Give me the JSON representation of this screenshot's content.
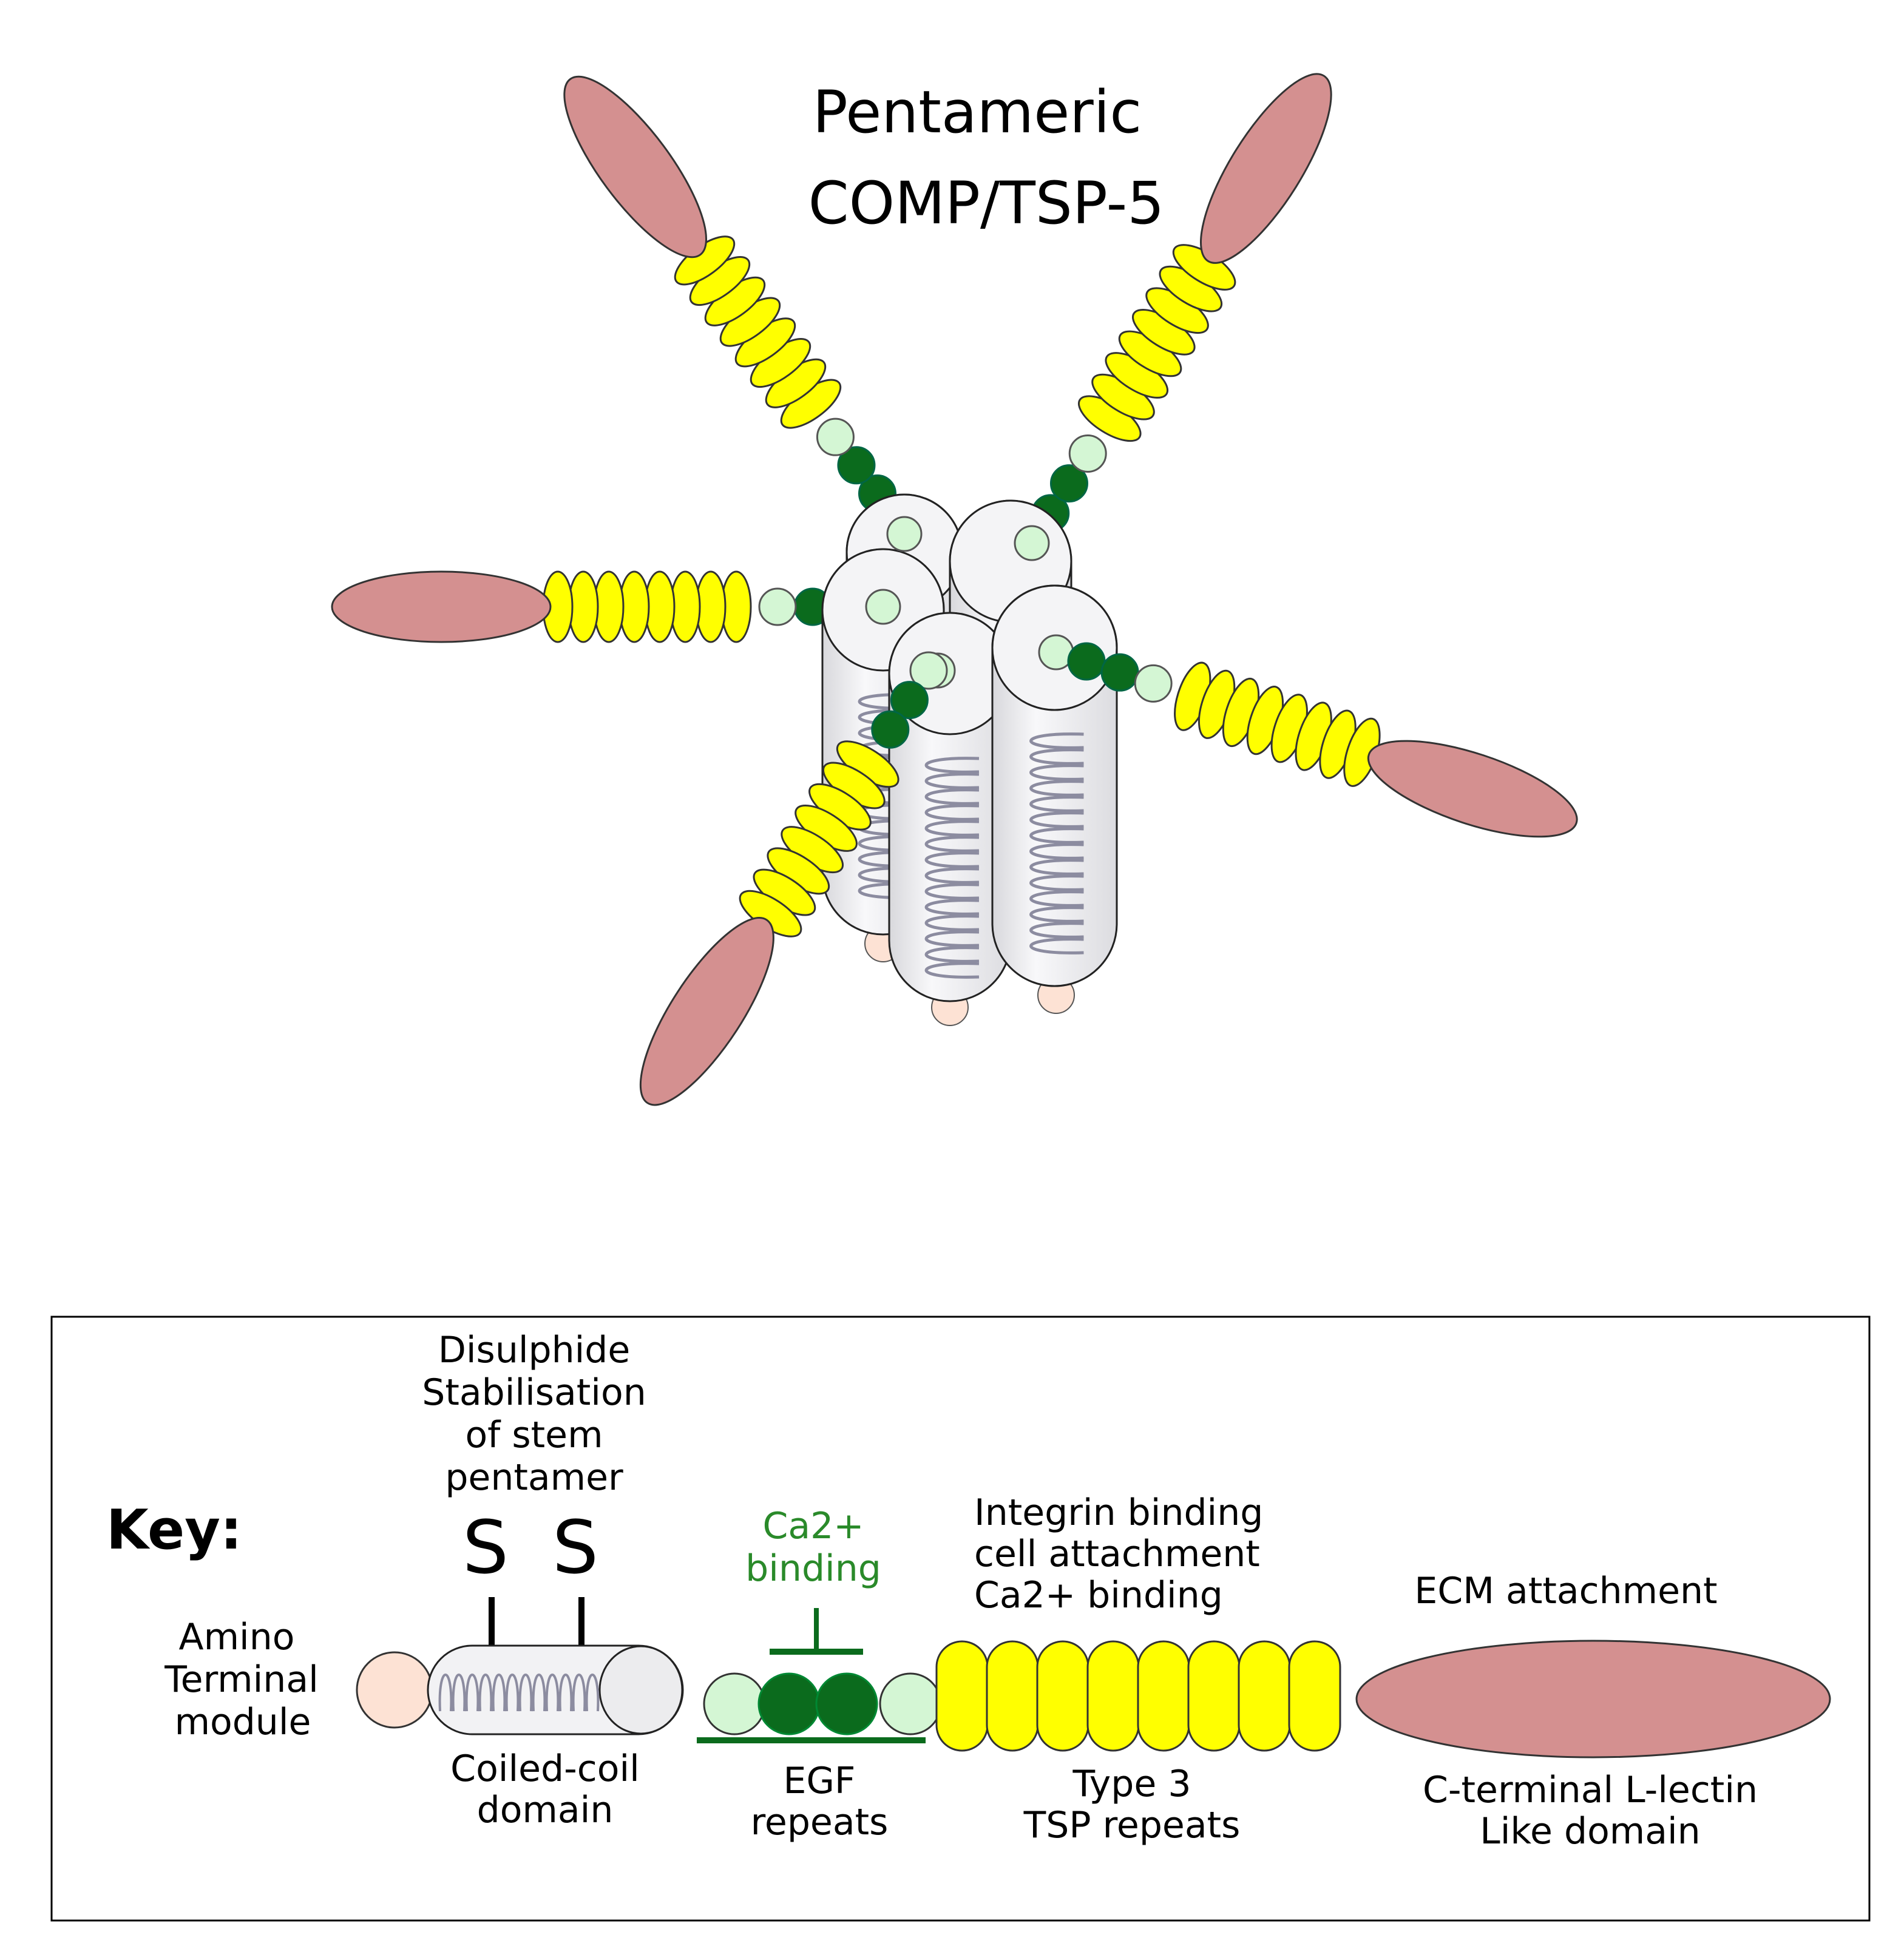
{
  "title": {
    "line1": "Pentameric",
    "line2": "COMP/TSP-5"
  },
  "key": {
    "heading": "Key:",
    "amino": [
      "Amino",
      "Terminal",
      "module"
    ],
    "disulphide": [
      "Disulphide",
      "Stabilisation",
      "of stem",
      "pentamer"
    ],
    "s_label": "S",
    "coiled_coil": [
      "Coiled-coil",
      "domain"
    ],
    "ca_binding": [
      "Ca2+",
      "binding"
    ],
    "egf": [
      "EGF",
      "repeats"
    ],
    "integrin": [
      "Integrin binding",
      "cell attachment",
      "Ca2+ binding"
    ],
    "type3": [
      "Type 3",
      "TSP repeats"
    ],
    "ecm": "ECM attachment",
    "lectin": [
      "C-terminal L-lectin",
      "Like domain"
    ]
  },
  "colors": {
    "lectin": "#d49090",
    "tsp_repeat": "#ffff00",
    "egf_dark": "#0b6b1d",
    "egf_light": "#d4f6d4",
    "amino": "#fde2d4",
    "coil_body": "#f0f0f2",
    "coil_stroke": "#8c8ca0",
    "ca_text": "#2a8a2a"
  }
}
